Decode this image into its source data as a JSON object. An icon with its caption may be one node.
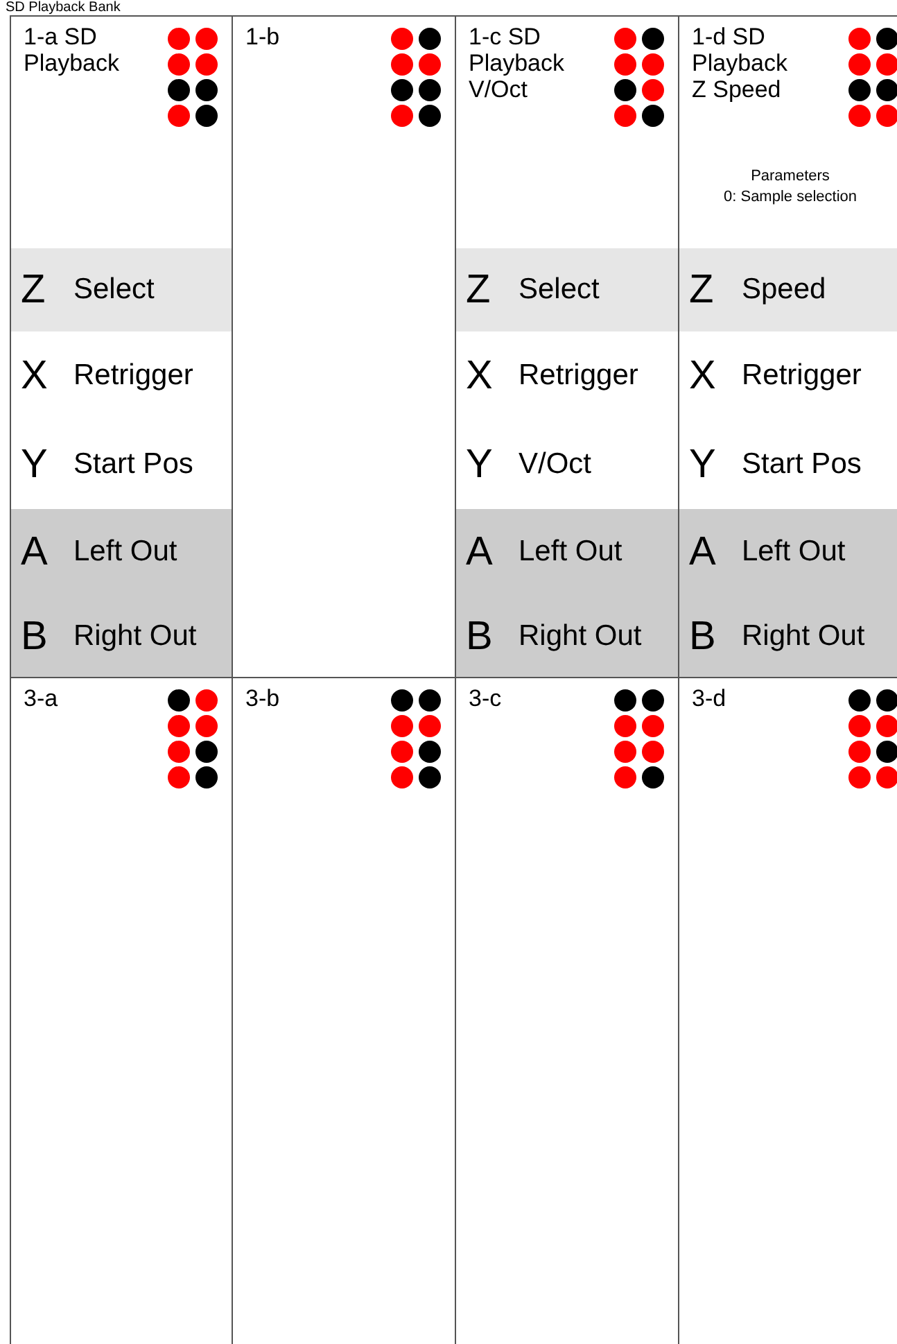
{
  "diagram": {
    "title": "SD Playback Bank",
    "nodes": [
      {
        "text": [
          "1-a SD Playback"
        ]
      },
      {
        "text": [
          "Z",
          "Select"
        ],
        "in": 0
      },
      {
        "text": [
          "X",
          "Retrigger"
        ],
        "in": 0
      },
      {
        "text": [
          "Y",
          "Start Pos"
        ],
        "in": 0
      },
      {
        "text": [
          "A",
          "Left Out"
        ],
        "in": 0
      },
      {
        "text": [
          "B",
          "Right Out"
        ],
        "in": 0
      },
      {
        "text": [
          "1-b"
        ]
      },
      {
        "text": [
          "1-c SD Playback V/Oct"
        ]
      },
      {
        "text": [
          "Z",
          "Select"
        ],
        "in": 7
      },
      {
        "text": [
          "X",
          "Retrigger"
        ],
        "in": 7
      },
      {
        "text": [
          "Y",
          "V/Oct"
        ],
        "in": 7
      },
      {
        "text": [
          "A",
          "Left Out"
        ],
        "in": 7
      },
      {
        "text": [
          "B",
          "Right Out"
        ],
        "in": 7
      },
      {
        "text": [
          "1-d SD Playback Z Speed",
          "Parameters",
          "0: Sample selection"
        ]
      },
      {
        "text": [
          "Z",
          "Speed"
        ],
        "in": 13
      },
      {
        "text": [
          "X",
          "Retrigger"
        ],
        "in": 13
      },
      {
        "text": [
          "Y",
          "Start Pos"
        ],
        "in": 13
      },
      {
        "text": [
          "A",
          "Left Out"
        ],
        "in": 13
      },
      {
        "text": [
          "B",
          "Right Out"
        ],
        "in": 13
      },
      {
        "text": [
          "3-a"
        ]
      },
      {
        "text": [
          "3-b"
        ]
      },
      {
        "text": [
          "3-c"
        ]
      },
      {
        "text": [
          "3-d"
        ]
      }
    ]
  }
}
